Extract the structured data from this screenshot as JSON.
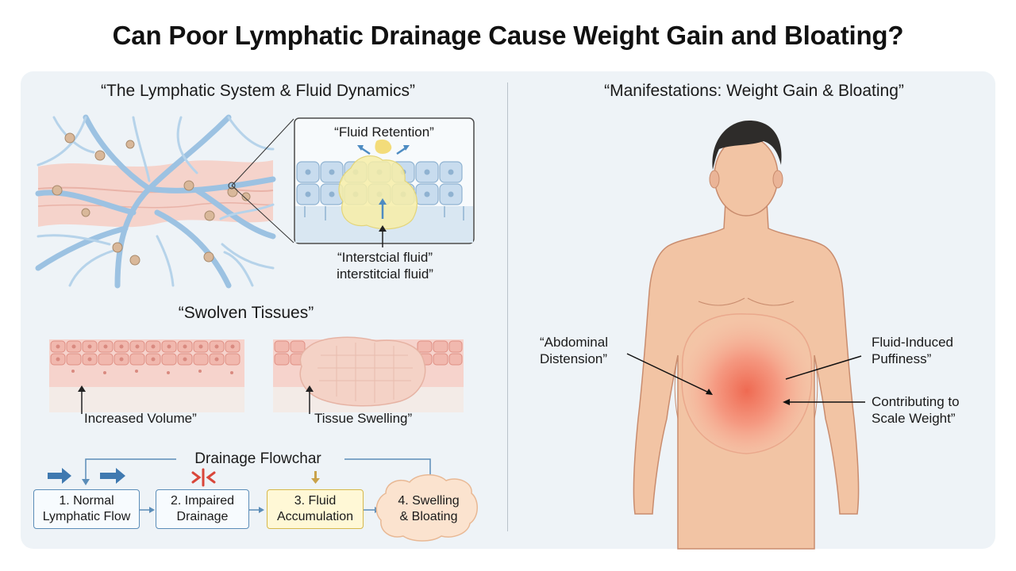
{
  "title": "Can Poor Lymphatic Drainage Cause Weight Gain and Bloating?",
  "left": {
    "heading": "“The Lymphatic System & Fluid Dynamics”",
    "fluid_retention": "“Fluid Retention”",
    "interstitial_1": "“Interstcial fluid”",
    "interstitial_2": "interstitcial fluid”",
    "swollen_heading": "“Swolven Tissues”",
    "increased_volume": "Increased Volume”",
    "tissue_swelling": "Tissue Swelling”",
    "flowchart_title": "Drainage Flowchar",
    "steps": [
      {
        "l1": "1. Normal",
        "l2": "Lymphatic Flow"
      },
      {
        "l1": "2. Impaired",
        "l2": "Drainage"
      },
      {
        "l1": "3. Fluid",
        "l2": "Accumulation"
      },
      {
        "l1": "4. Swelling",
        "l2": "& Bloating"
      }
    ]
  },
  "right": {
    "heading": "“Manifestations: Weight Gain & Bloating”",
    "abdominal_1": "“Abdominal",
    "abdominal_2": "Distension”",
    "puffiness_1": "Fluid-Induced",
    "puffiness_2": "Puffiness”",
    "scale_1": "Contributing to",
    "scale_2": "Scale Weight”"
  },
  "colors": {
    "panel_bg": "#eef3f7",
    "lymph_blue": "#9cc2e2",
    "tissue_pink": "#f3cdc6",
    "fluid_yellow": "#f7eda7",
    "skin": "#f2c4a4",
    "bloat_red": "#ef6a52",
    "arrow_blue": "#3f79b0"
  }
}
